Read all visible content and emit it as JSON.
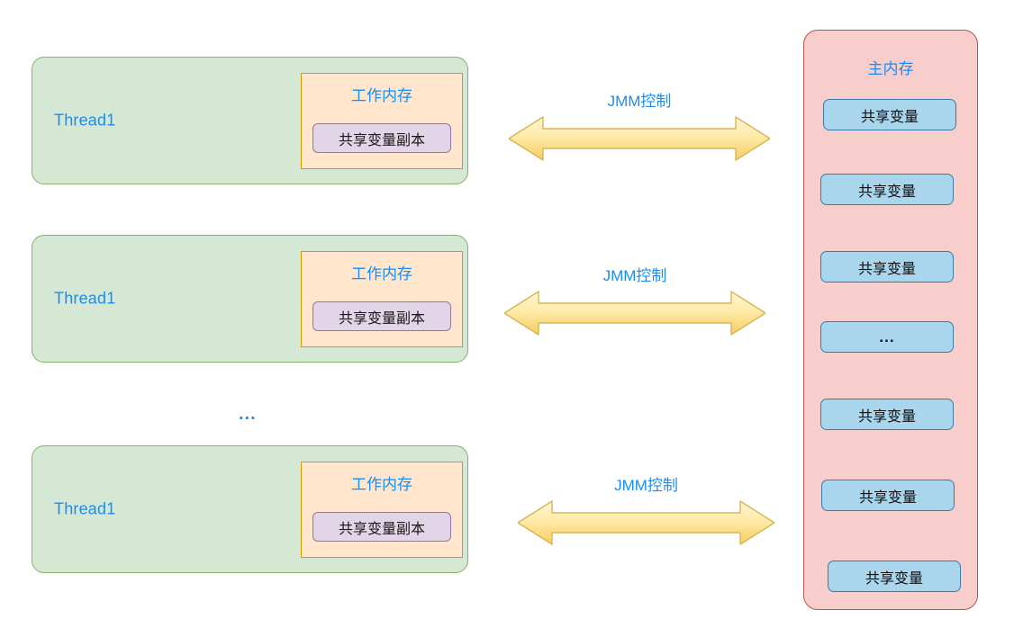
{
  "diagram": {
    "title_semantic": "java-memory-model-jmm-diagram",
    "colors": {
      "thread_fill": "#d5e8d4",
      "thread_stroke": "#82b366",
      "working_memory_fill": "#ffe6cc",
      "working_memory_stroke": "#d79b00",
      "copy_fill": "#e1d5e7",
      "copy_stroke": "#9673a6",
      "main_memory_fill": "#f8cecc",
      "main_memory_stroke": "#b85450",
      "shared_var_fill": "#a9d5ed",
      "shared_var_stroke": "#3c7ba8",
      "arrow_fill": "#ffe599",
      "arrow_stroke": "#d6b656",
      "label_blue": "#1a8cf5",
      "text_dark": "#101010"
    },
    "threads": [
      {
        "name": "Thread1",
        "working_memory_title": "工作内存",
        "copy_label": "共享变量副本"
      },
      {
        "name": "Thread1",
        "working_memory_title": "工作内存",
        "copy_label": "共享变量副本"
      },
      {
        "name": "Thread1",
        "working_memory_title": "工作内存",
        "copy_label": "共享变量副本"
      }
    ],
    "thread_ellipsis": "...",
    "arrows": [
      {
        "label": "JMM控制",
        "direction": "bidirectional"
      },
      {
        "label": "JMM控制",
        "direction": "bidirectional"
      },
      {
        "label": "JMM控制",
        "direction": "bidirectional"
      }
    ],
    "main_memory": {
      "title": "主内存",
      "items": [
        "共享变量",
        "共享变量",
        "共享变量",
        "...",
        "共享变量",
        "共享变量",
        "共享变量"
      ]
    }
  }
}
